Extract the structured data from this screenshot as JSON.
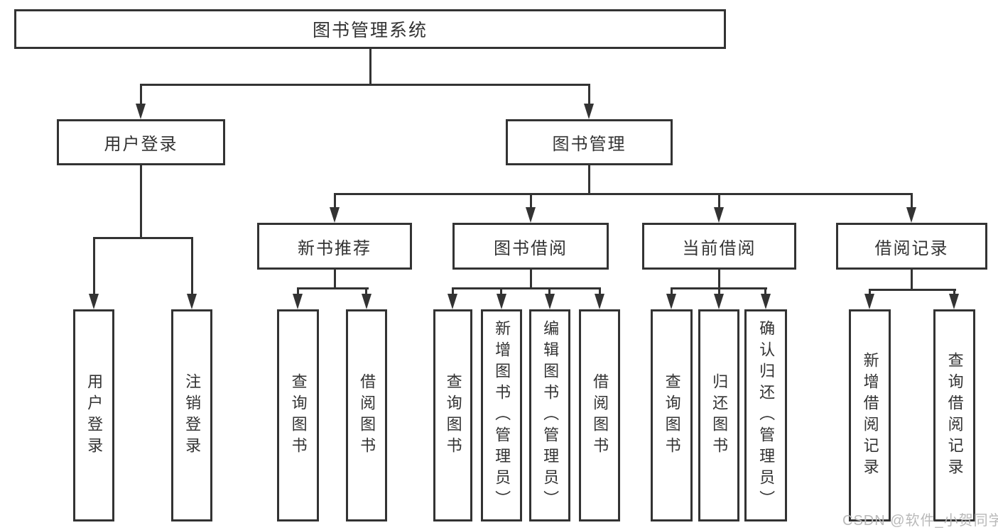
{
  "diagram_title": "图书管理系统",
  "tree": {
    "label": "图书管理系统",
    "children": [
      {
        "label": "用户登录",
        "children": [
          {
            "label": "用户登录"
          },
          {
            "label": "注销登录"
          }
        ]
      },
      {
        "label": "图书管理",
        "children": [
          {
            "label": "新书推荐",
            "children": [
              {
                "label": "查询图书"
              },
              {
                "label": "借阅图书"
              }
            ]
          },
          {
            "label": "图书借阅",
            "children": [
              {
                "label": "查询图书"
              },
              {
                "label": "新增图书（管理员）"
              },
              {
                "label": "编辑图书（管理员）"
              },
              {
                "label": "借阅图书"
              }
            ]
          },
          {
            "label": "当前借阅",
            "children": [
              {
                "label": "查询图书"
              },
              {
                "label": "归还图书"
              },
              {
                "label": "确认归还（管理员）"
              }
            ]
          },
          {
            "label": "借阅记录",
            "children": [
              {
                "label": "新增借阅记录"
              },
              {
                "label": "查询借阅记录"
              }
            ]
          }
        ]
      }
    ]
  },
  "watermark": {
    "text": "CSDN @软件_小贺同学",
    "color": "#b9b9b9"
  },
  "colors": {
    "line": "#333333",
    "box_background": "#ffffff",
    "text": "#333333"
  }
}
